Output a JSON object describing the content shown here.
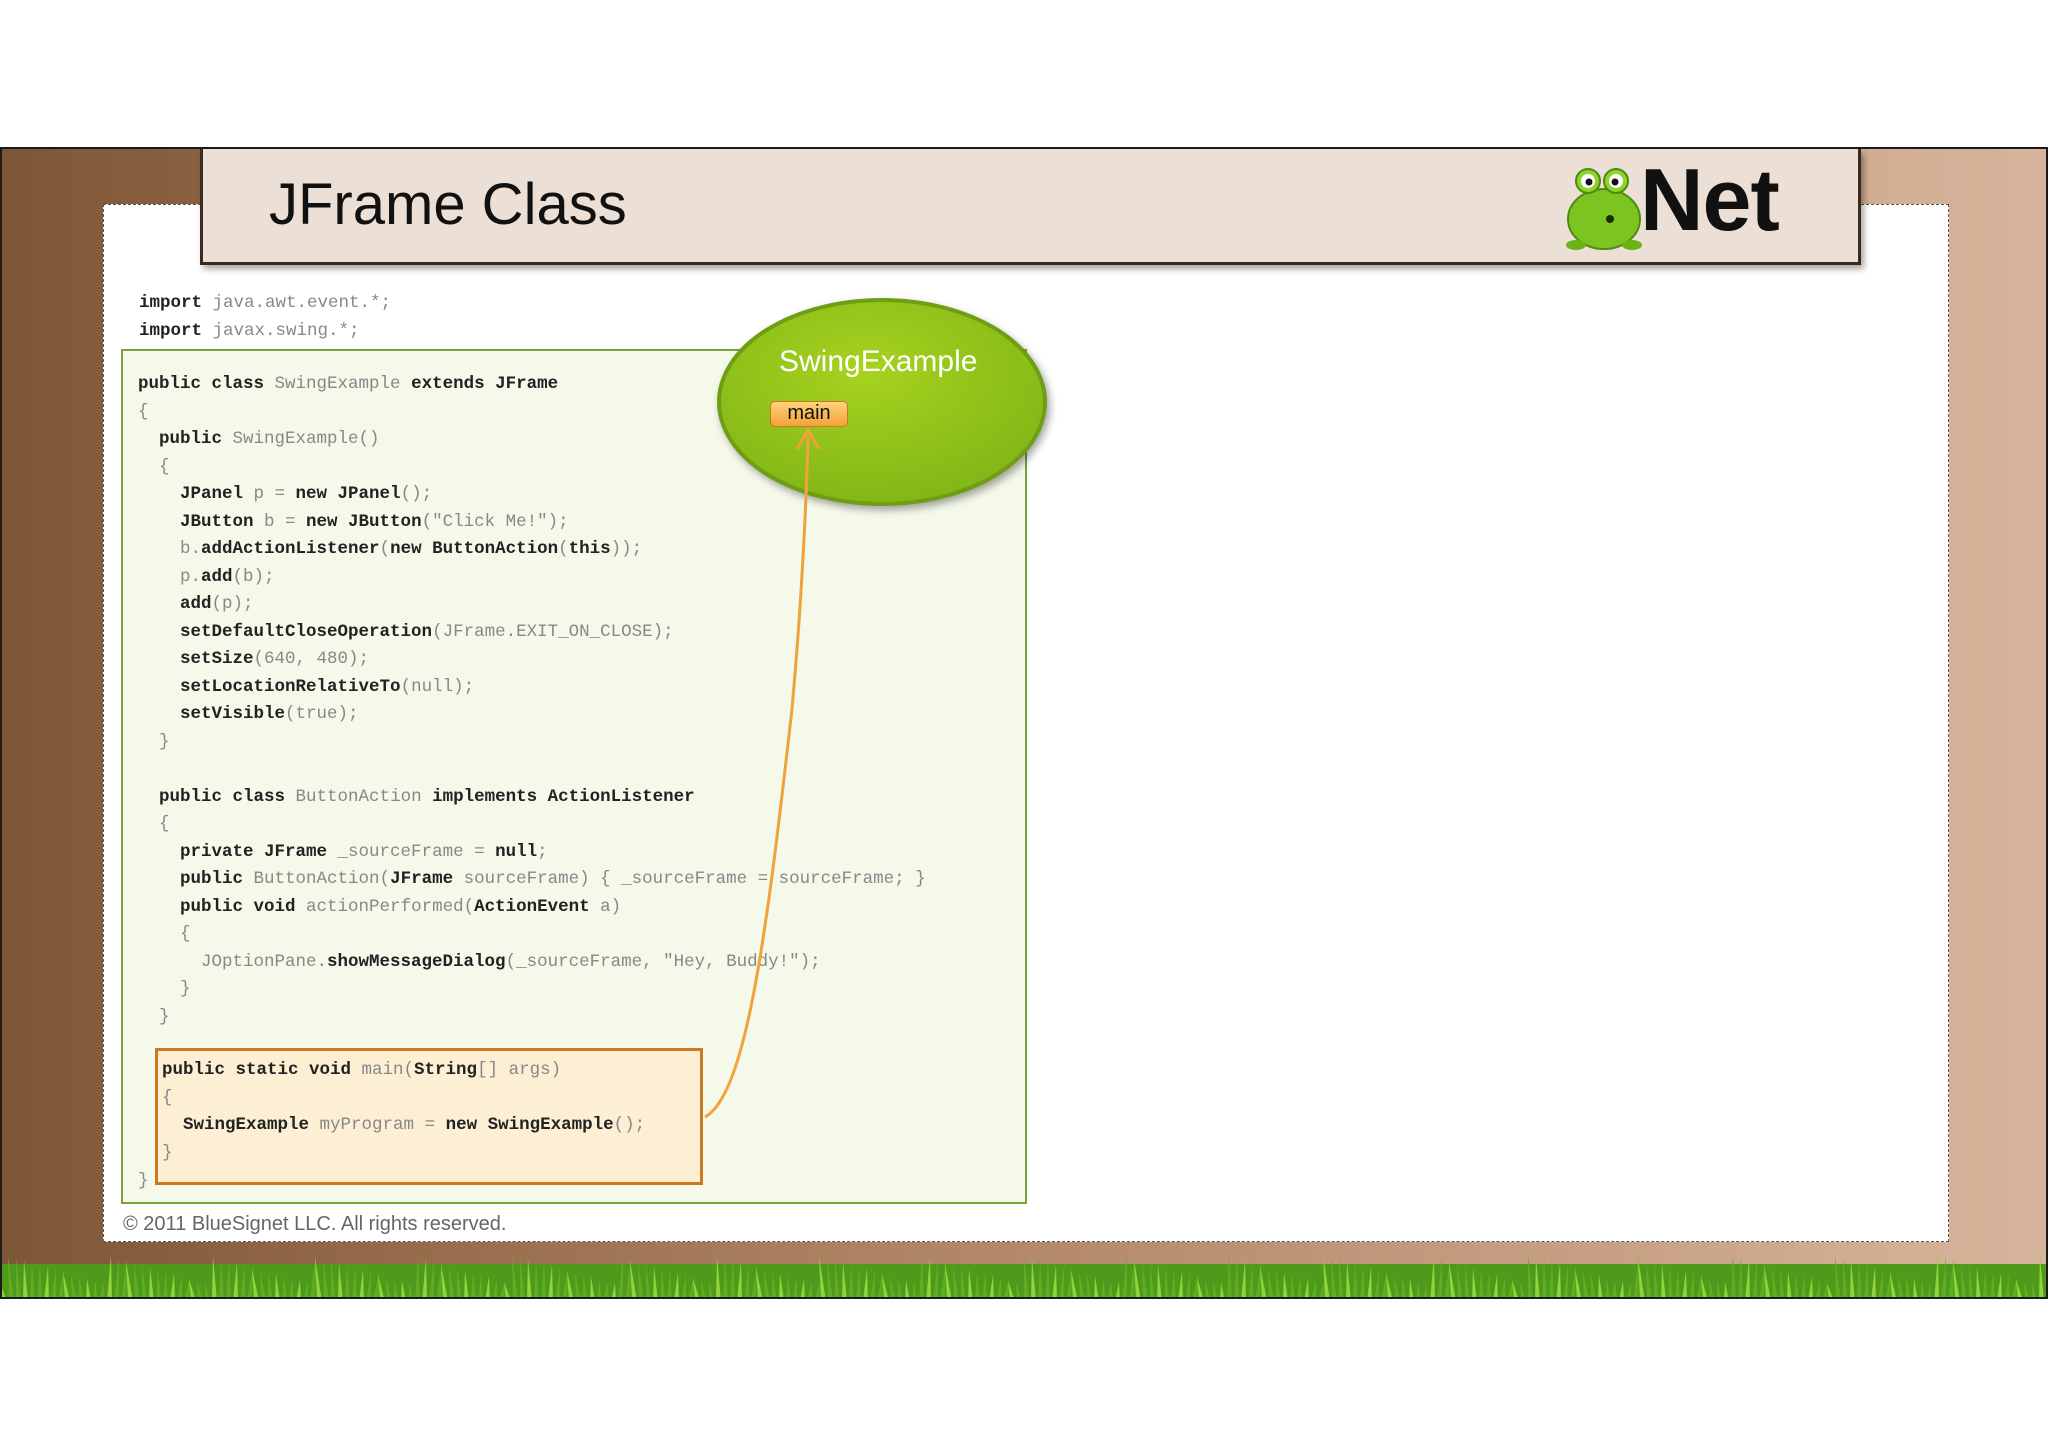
{
  "slide": {
    "title": "JFrame Class",
    "logo_text": "Net",
    "copyright": "© 2011 BlueSignet LLC. All rights reserved."
  },
  "bubble": {
    "class_name": "SwingExample",
    "method_badge": "main"
  },
  "colors": {
    "class_box_border": "#78a33a",
    "class_box_fill": "#f4f9ea",
    "main_box_border": "#cc7a22",
    "main_box_fill": "#fcefd4",
    "bubble_fill": "#8fc21c",
    "arrow": "#f2a23a"
  },
  "icons": [
    "frog-mascot-icon",
    "grass-strip"
  ],
  "code": {
    "imports": [
      [
        {
          "t": "import",
          "k": true
        },
        {
          "t": " java.awt.event.*;"
        }
      ],
      [
        {
          "t": "import",
          "k": true
        },
        {
          "t": " javax.swing.*;"
        }
      ]
    ],
    "class_body": [
      [
        {
          "t": "public class",
          "k": true
        },
        {
          "t": " SwingExample "
        },
        {
          "t": "extends JFrame",
          "k": true
        }
      ],
      [
        {
          "t": "{"
        }
      ],
      [
        {
          "t": "  "
        },
        {
          "t": "public",
          "k": true
        },
        {
          "t": " SwingExample()"
        }
      ],
      [
        {
          "t": "  {"
        }
      ],
      [
        {
          "t": "    "
        },
        {
          "t": "JPanel",
          "k": true
        },
        {
          "t": " p = "
        },
        {
          "t": "new JPanel",
          "k": true
        },
        {
          "t": "();"
        }
      ],
      [
        {
          "t": "    "
        },
        {
          "t": "JButton",
          "k": true
        },
        {
          "t": " b = "
        },
        {
          "t": "new JButton",
          "k": true
        },
        {
          "t": "(\"Click Me!\");"
        }
      ],
      [
        {
          "t": "    b."
        },
        {
          "t": "addActionListener",
          "k": true
        },
        {
          "t": "("
        },
        {
          "t": "new",
          "k": true
        },
        {
          "t": " "
        },
        {
          "t": "ButtonAction",
          "k": true
        },
        {
          "t": "("
        },
        {
          "t": "this",
          "k": true
        },
        {
          "t": "));"
        }
      ],
      [
        {
          "t": "    p."
        },
        {
          "t": "add",
          "k": true
        },
        {
          "t": "(b);"
        }
      ],
      [
        {
          "t": "    "
        },
        {
          "t": "add",
          "k": true
        },
        {
          "t": "(p);"
        }
      ],
      [
        {
          "t": "    "
        },
        {
          "t": "setDefaultCloseOperation",
          "k": true
        },
        {
          "t": "(JFrame.EXIT_ON_CLOSE);"
        }
      ],
      [
        {
          "t": "    "
        },
        {
          "t": "setSize",
          "k": true
        },
        {
          "t": "(640, 480);"
        }
      ],
      [
        {
          "t": "    "
        },
        {
          "t": "setLocationRelativeTo",
          "k": true
        },
        {
          "t": "(null);"
        }
      ],
      [
        {
          "t": "    "
        },
        {
          "t": "setVisible",
          "k": true
        },
        {
          "t": "(true);"
        }
      ],
      [
        {
          "t": "  }"
        }
      ],
      [
        {
          "t": ""
        }
      ],
      [
        {
          "t": "  "
        },
        {
          "t": "public class",
          "k": true
        },
        {
          "t": " ButtonAction "
        },
        {
          "t": "implements ActionListener",
          "k": true
        }
      ],
      [
        {
          "t": "  {"
        }
      ],
      [
        {
          "t": "    "
        },
        {
          "t": "private JFrame",
          "k": true
        },
        {
          "t": " _sourceFrame = "
        },
        {
          "t": "null",
          "k": true
        },
        {
          "t": ";"
        }
      ],
      [
        {
          "t": "    "
        },
        {
          "t": "public",
          "k": true
        },
        {
          "t": " ButtonAction("
        },
        {
          "t": "JFrame",
          "k": true
        },
        {
          "t": " sourceFrame) { _sourceFrame = sourceFrame; }"
        }
      ],
      [
        {
          "t": "    "
        },
        {
          "t": "public void",
          "k": true
        },
        {
          "t": " actionPerformed("
        },
        {
          "t": "ActionEvent",
          "k": true
        },
        {
          "t": " a)"
        }
      ],
      [
        {
          "t": "    {"
        }
      ],
      [
        {
          "t": "      JOptionPane."
        },
        {
          "t": "showMessageDialog",
          "k": true
        },
        {
          "t": "(_sourceFrame, \"Hey, Buddy!\");"
        }
      ],
      [
        {
          "t": "    }"
        }
      ],
      [
        {
          "t": "  }"
        }
      ]
    ],
    "main_method": [
      [
        {
          "t": "public static void",
          "k": true
        },
        {
          "t": " main("
        },
        {
          "t": "String",
          "k": true
        },
        {
          "t": "[] args)"
        }
      ],
      [
        {
          "t": "{"
        }
      ],
      [
        {
          "t": "  "
        },
        {
          "t": "SwingExample",
          "k": true
        },
        {
          "t": " myProgram = "
        },
        {
          "t": "new SwingExample",
          "k": true
        },
        {
          "t": "();"
        }
      ],
      [
        {
          "t": "}"
        }
      ]
    ],
    "closing_brace": [
      [
        {
          "t": "}"
        }
      ]
    ]
  }
}
